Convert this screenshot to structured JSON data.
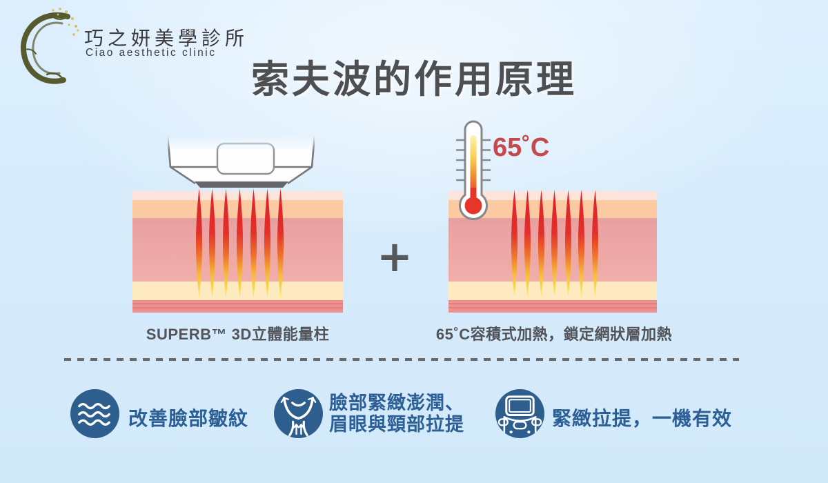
{
  "brand": {
    "name": "巧之妍美學診所",
    "subtitle": "Ciao aesthetic clinic"
  },
  "title": "索夫波的作用原理",
  "plus": "+",
  "left_diagram": {
    "label": "SUPERB™ 3D立體能量柱",
    "energy_columns": 7
  },
  "right_diagram": {
    "label": "65˚C容積式加熱，鎖定網狀層加熱",
    "temperature": "65˚C",
    "energy_columns": 7
  },
  "benefits": [
    {
      "icon": "waves-icon",
      "lines": [
        "改善臉部皺紋"
      ]
    },
    {
      "icon": "face-lift-icon",
      "lines": [
        "臉部緊緻澎潤、",
        "眉眼與頸部拉提"
      ]
    },
    {
      "icon": "device-icon",
      "lines": [
        "緊緻拉提，一機有效"
      ]
    }
  ],
  "colors": {
    "background_blue": "#d6ebfb",
    "title_gray": "#4e4f51",
    "temperature_red": "#c4484c",
    "benefit_blue": "#2b5f95",
    "icon_circle_blue": "#2d5e8e",
    "energy_red": "#e02428",
    "energy_yellow": "#ffef5e"
  }
}
